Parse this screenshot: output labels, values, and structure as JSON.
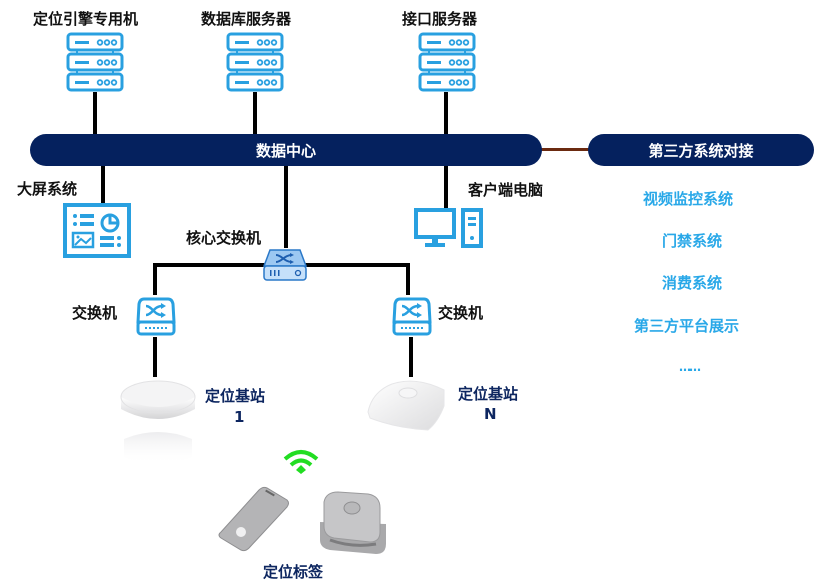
{
  "servers": [
    {
      "label": "定位引擎专用机",
      "icon": "server-rack-icon"
    },
    {
      "label": "数据库服务器",
      "icon": "server-rack-icon"
    },
    {
      "label": "接口服务器",
      "icon": "server-rack-icon"
    }
  ],
  "data_center": {
    "label": "数据中心"
  },
  "third_party": {
    "label": "第三方系统对接",
    "items": [
      "视频监控系统",
      "门禁系统",
      "消费系统",
      "第三方平台展示",
      "……"
    ]
  },
  "big_screen": {
    "label": "大屏系统",
    "icon": "dashboard-screen-icon"
  },
  "client_pc": {
    "label": "客户端电脑",
    "icon": "desktop-computer-icon"
  },
  "core_switch": {
    "label": "核心交换机",
    "icon": "core-switch-icon"
  },
  "switches": [
    {
      "label": "交换机",
      "icon": "switch-icon"
    },
    {
      "label": "交换机",
      "icon": "switch-icon"
    }
  ],
  "base_stations": [
    {
      "label": "定位基站",
      "index": "1"
    },
    {
      "label": "定位基站",
      "index": "N"
    }
  ],
  "tags": {
    "label": "定位标签",
    "signal_icon": "wifi-signal-icon"
  },
  "colors": {
    "navy": "#05215e",
    "icon_blue": "#29a0e0",
    "text_blue": "#29a8e8",
    "link_brown": "#6b2a10",
    "wifi_green": "#22dd22"
  }
}
